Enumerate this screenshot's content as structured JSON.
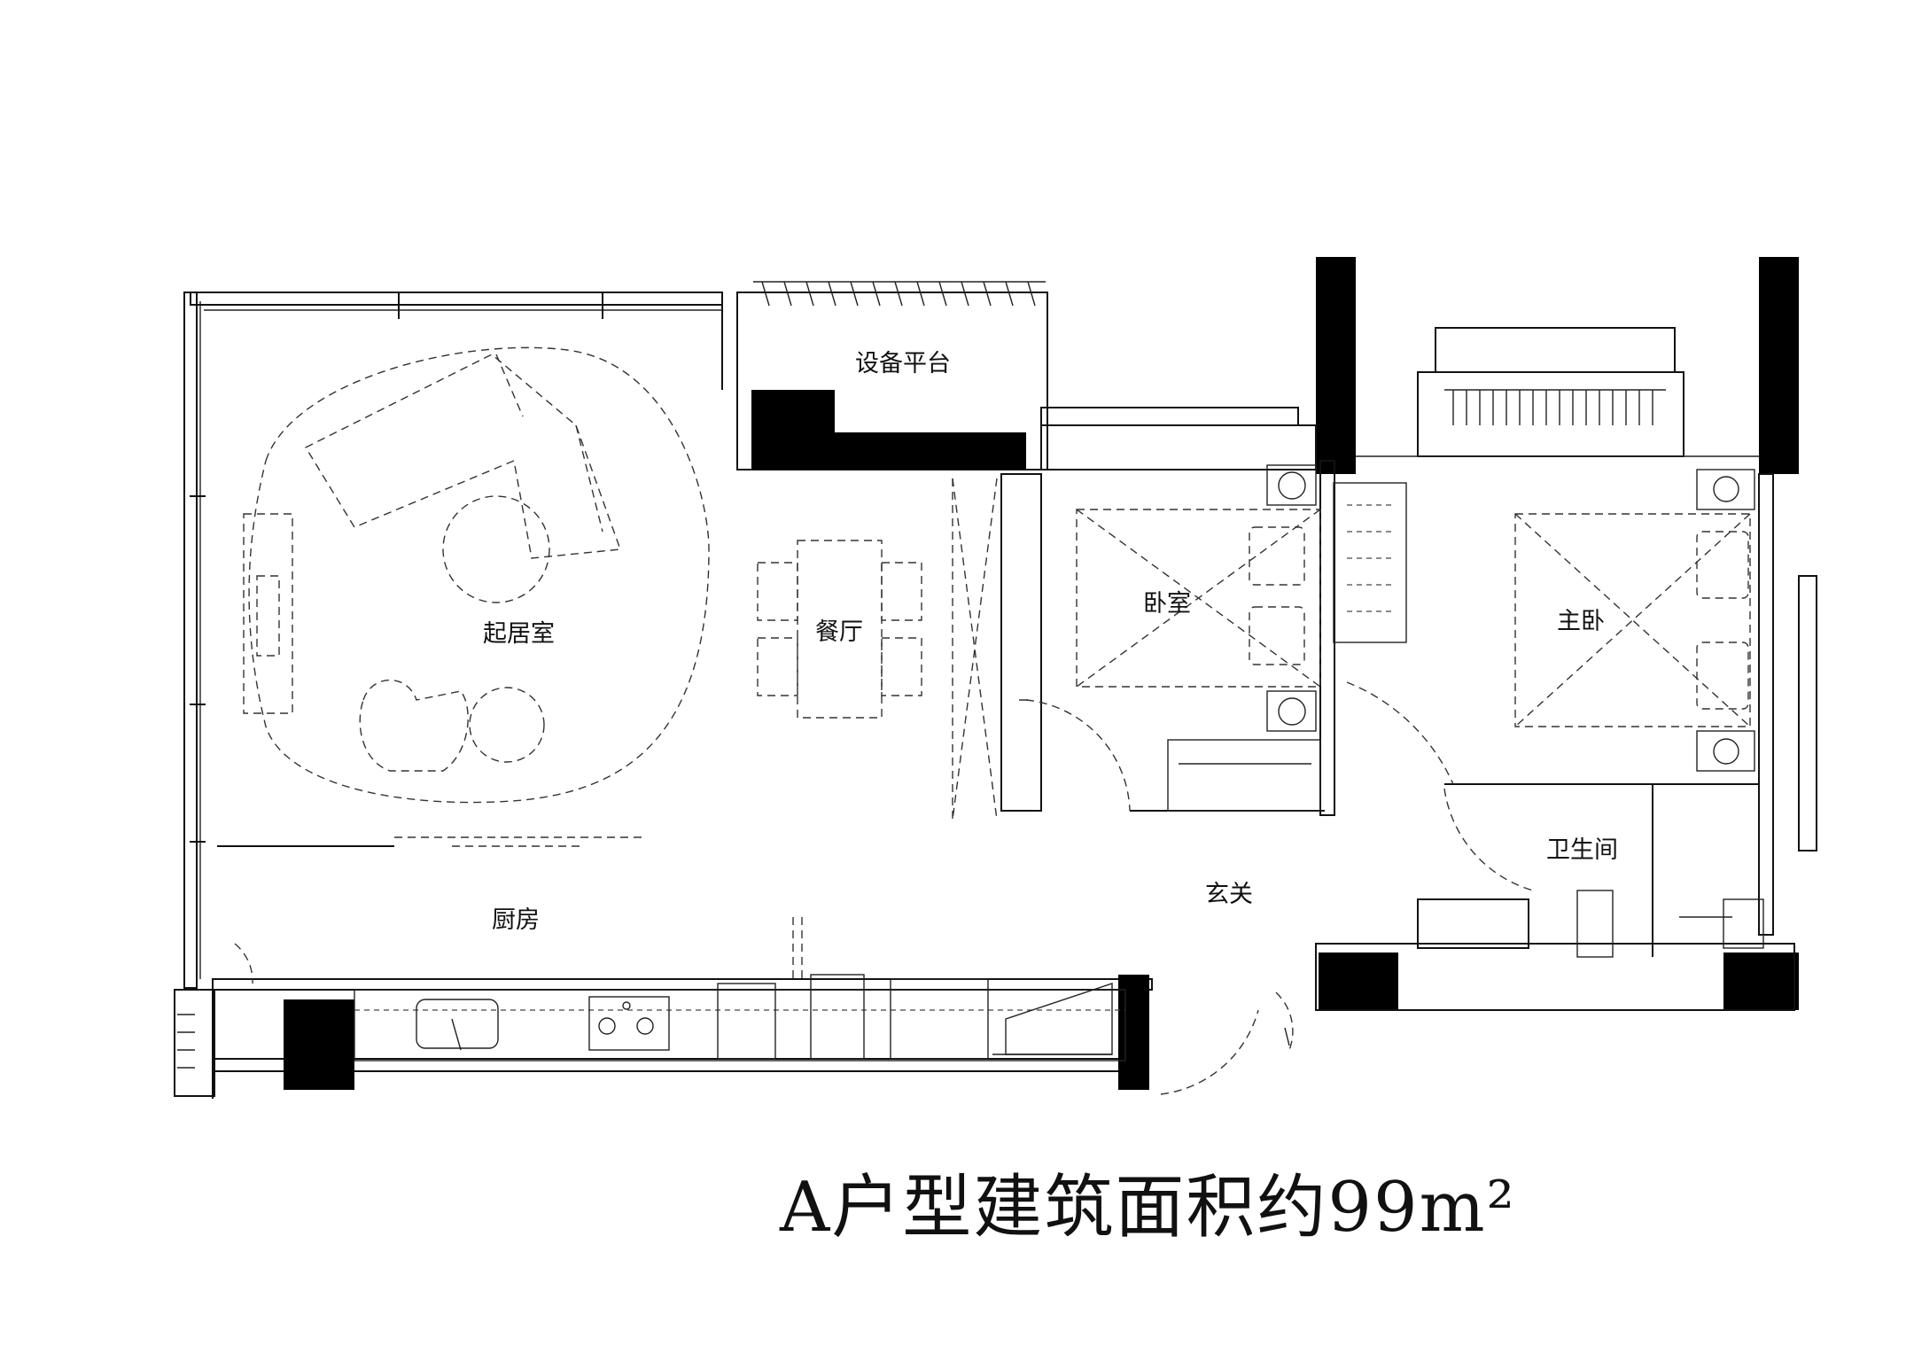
{
  "rooms": {
    "living": "起居室",
    "dining": "餐厅",
    "bedroom": "卧室",
    "master": "主卧",
    "kitchen": "厨房",
    "foyer": "玄关",
    "bath": "卫生间",
    "equipment": "设备平台"
  },
  "caption": "A户型建筑面积约99m²"
}
